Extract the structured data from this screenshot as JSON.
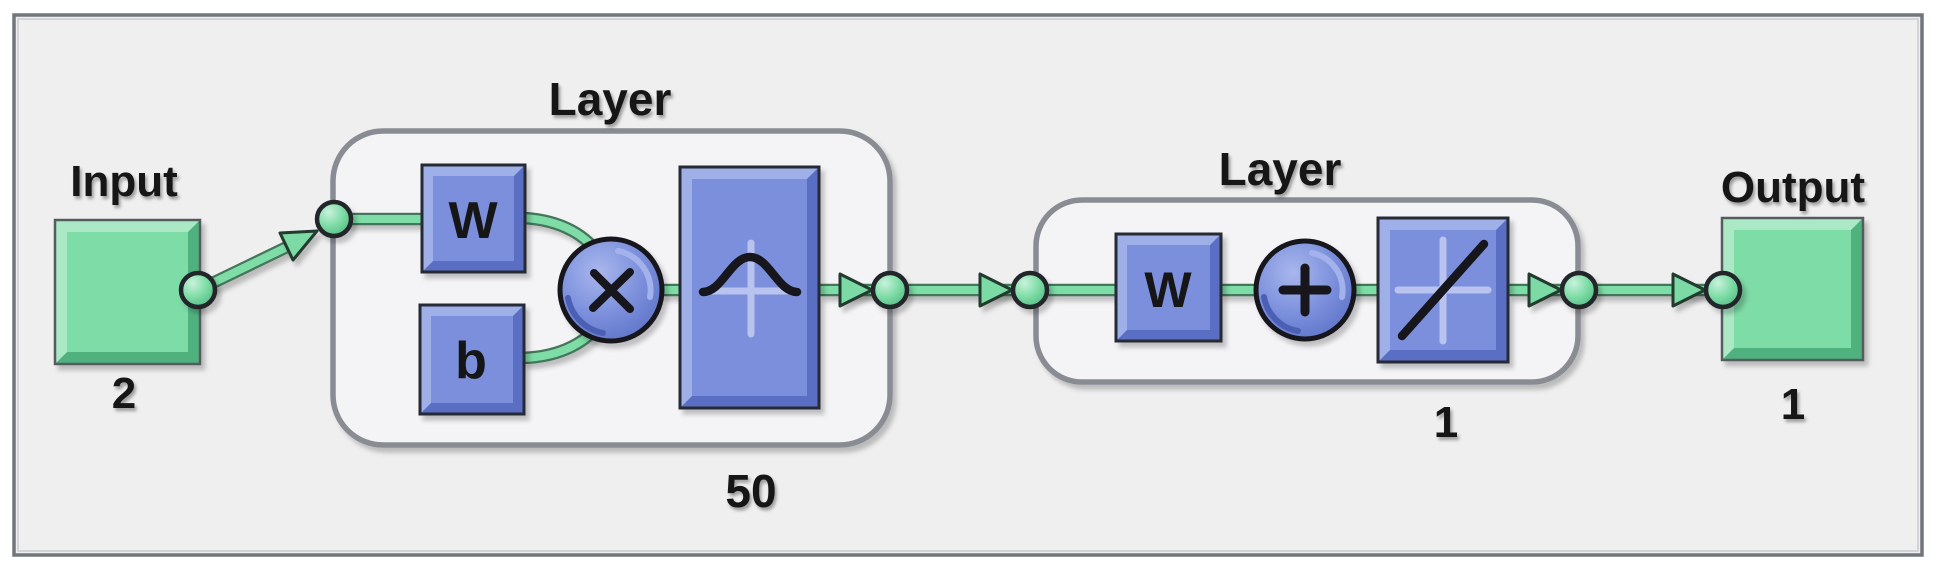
{
  "diagram": {
    "type": "neural-network-architecture",
    "input": {
      "label": "Input",
      "dimension": "2"
    },
    "layer1": {
      "label": "Layer",
      "neuron_count": "50",
      "weight_label": "W",
      "bias_label": "b",
      "operation_icon": "multiply-icon",
      "transfer_icon": "radbas-curve-icon"
    },
    "layer2": {
      "label": "Layer",
      "neuron_count": "1",
      "weight_label": "W",
      "operation_icon": "plus-icon",
      "transfer_icon": "purelin-line-icon"
    },
    "output": {
      "label": "Output",
      "dimension": "1"
    }
  },
  "colors": {
    "panel_background": "#efeff0",
    "panel_border": "#767b82",
    "block_green": "#7edca6",
    "block_green_light": "#abe9c6",
    "block_green_dark": "#4fb27e",
    "block_blue": "#7b8fdc",
    "block_blue_light": "#9fafe8",
    "block_blue_dark": "#5a6ec4",
    "connector_green": "#7edca6",
    "connector_outline": "#44745a",
    "box_fill": "#f4f4f6",
    "box_border": "#898d93",
    "text": "#151515"
  }
}
